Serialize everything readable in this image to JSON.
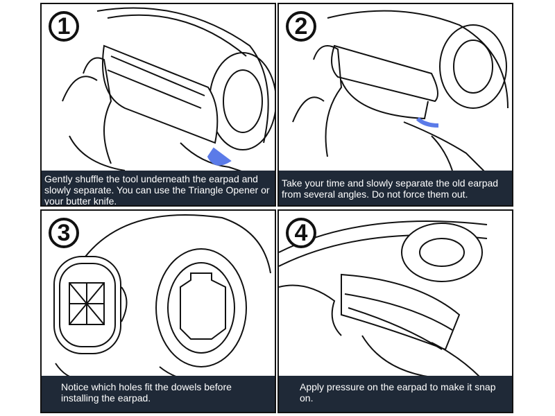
{
  "steps": [
    {
      "number": "1",
      "caption": "Gently shuffle the tool underneath the earpad and slowly separate. You can use the Triangle Opener or your butter knife."
    },
    {
      "number": "2",
      "caption": "Take your time and slowly separate the old earpad from several angles. Do not force them out."
    },
    {
      "number": "3",
      "caption": "Notice which holes fit the dowels before installing the earpad."
    },
    {
      "number": "4",
      "caption": "Apply pressure on the earpad to make it snap on."
    }
  ],
  "colors": {
    "caption_bg": "#1f2937",
    "tool": "#5b7be8",
    "line": "#111111"
  }
}
